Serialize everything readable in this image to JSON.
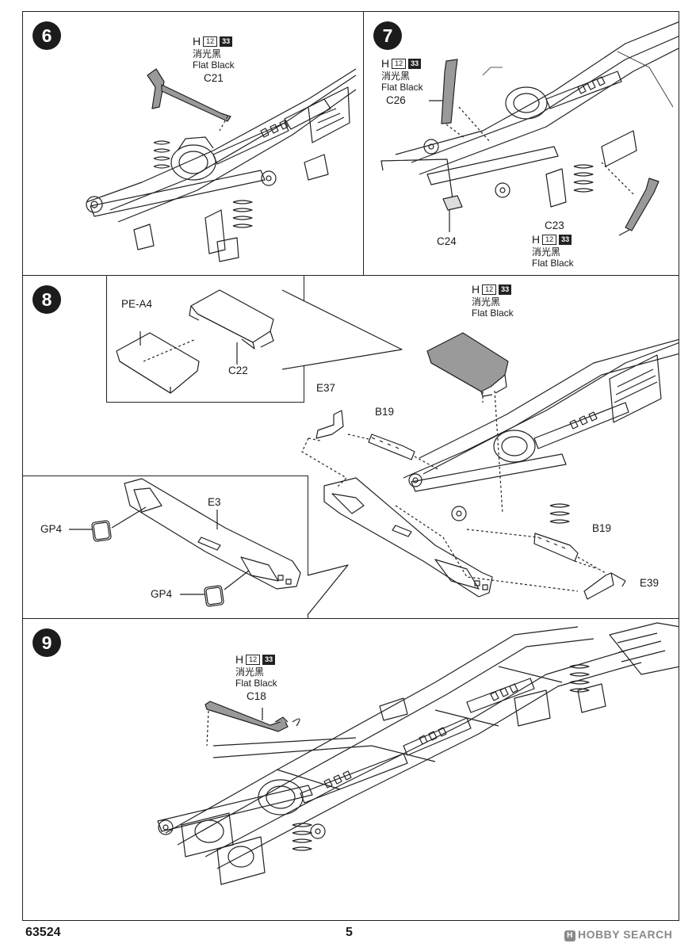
{
  "steps": {
    "s6": {
      "number": "6",
      "paint": {
        "code": "H",
        "num_white": "12",
        "num_black": "33",
        "jp": "消光黑",
        "en": "Flat Black"
      },
      "parts": {
        "c21": "C21"
      }
    },
    "s7": {
      "number": "7",
      "paint_a": {
        "code": "H",
        "num_white": "12",
        "num_black": "33",
        "jp": "消光黑",
        "en": "Flat Black"
      },
      "paint_b": {
        "code": "H",
        "num_white": "12",
        "num_black": "33",
        "jp": "消光黑",
        "en": "Flat Black"
      },
      "parts": {
        "c26": "C26",
        "c24": "C24",
        "c23": "C23"
      }
    },
    "s8": {
      "number": "8",
      "paint": {
        "code": "H",
        "num_white": "12",
        "num_black": "33",
        "jp": "消光黑",
        "en": "Flat Black"
      },
      "parts": {
        "pea4": "PE-A4",
        "c22": "C22",
        "e37": "E37",
        "b19a": "B19",
        "b19b": "B19",
        "e39": "E39",
        "e3": "E3",
        "gp4a": "GP4",
        "gp4b": "GP4"
      }
    },
    "s9": {
      "number": "9",
      "paint": {
        "code": "H",
        "num_white": "12",
        "num_black": "33",
        "jp": "消光黑",
        "en": "Flat Black"
      },
      "parts": {
        "c18": "C18"
      }
    }
  },
  "footer": {
    "product_code": "63524",
    "page_number": "5",
    "watermark": "HOBBY SEARCH"
  },
  "colors": {
    "ink": "#1a1a1a",
    "part_gray": "#9a9a9a",
    "watermark": "#8a8a8a"
  }
}
